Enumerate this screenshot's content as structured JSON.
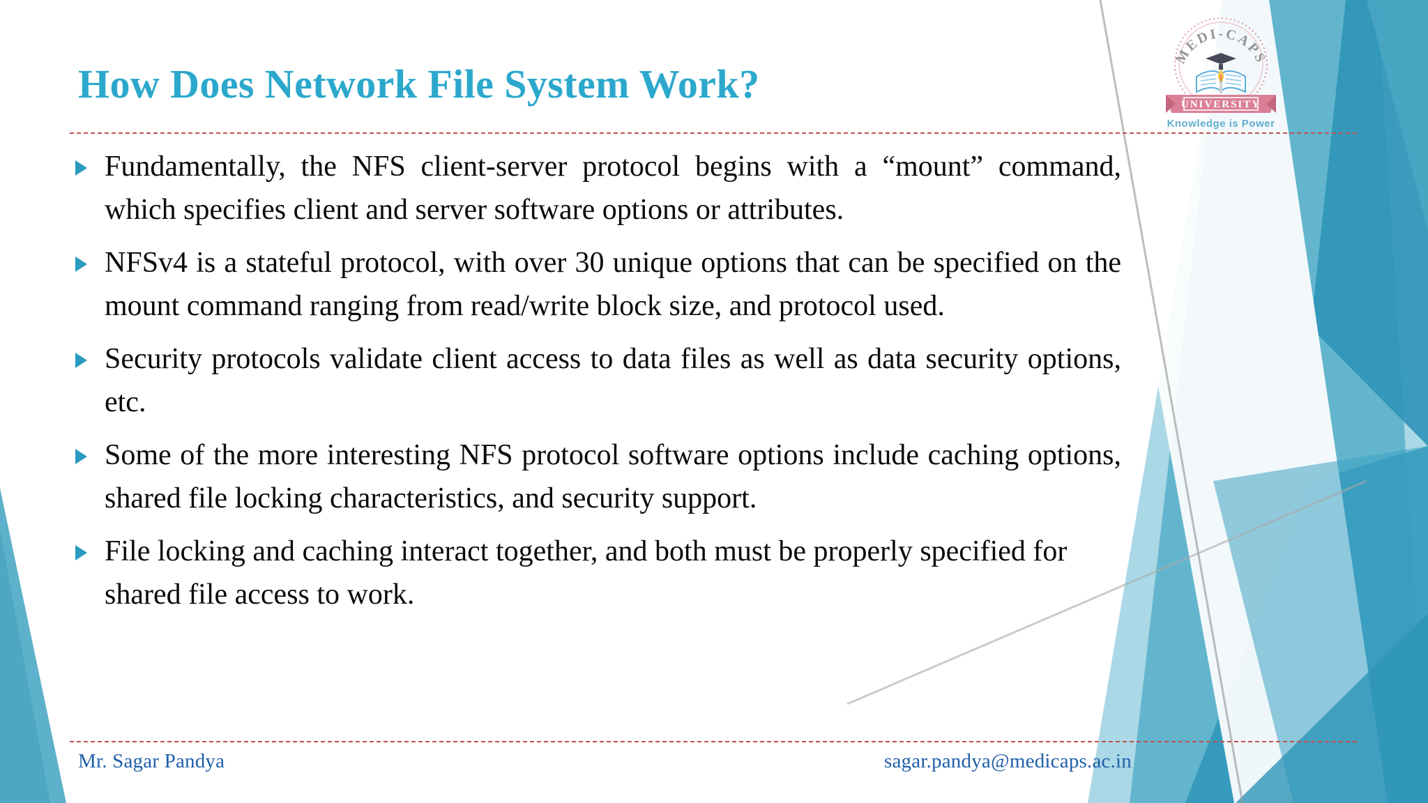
{
  "slide": {
    "title": "How Does Network File System Work?",
    "bullets": [
      {
        "marker": "triangle-bullet",
        "text": "Fundamentally, the NFS client-server protocol begins with a “mount” command, which specifies client and server software options or attributes."
      },
      {
        "marker": "triangle-bullet",
        "text": "NFSv4 is a stateful protocol, with over 30 unique options that can be specified on the mount command ranging from read/write block size, and protocol used."
      },
      {
        "marker": "triangle-bullet",
        "text": "Security protocols validate client access to data files as well as data security options, etc."
      },
      {
        "marker": "triangle-bullet",
        "text": "Some of the more interesting NFS protocol software options include caching options, shared file locking characteristics, and security support."
      },
      {
        "marker": "triangle-bullet",
        "text": "File locking and caching interact together, and both must be properly specified for shared file access to work."
      }
    ]
  },
  "footer": {
    "presenter": "Mr. Sagar Pandya",
    "email": "sagar.pandya@medicaps.ac.in"
  },
  "logo": {
    "name_top": "MEDI-CAPS",
    "name_banner": "UNIVERSITY",
    "tagline": "Knowledge is Power"
  },
  "colors": {
    "title_teal": "#2BA8CC",
    "bullet_teal": "#2A9BBF",
    "rule_red": "#C0504D",
    "footer_blue": "#1F5FA9",
    "deco_teal_dark": "#2E95B8",
    "deco_teal_mid": "#56AFC9",
    "deco_teal_light": "#8FCBDD",
    "logo_pink": "#D9778F",
    "body_text": "#0A0A0A"
  }
}
